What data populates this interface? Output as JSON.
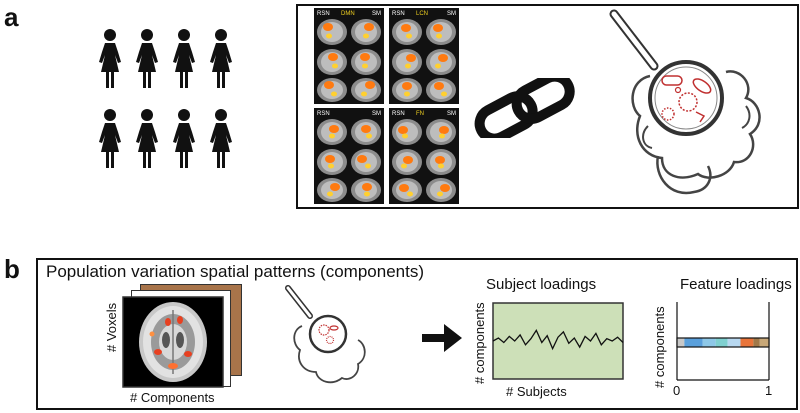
{
  "panel_a": {
    "letter": "a",
    "population": {
      "count": 8,
      "rows": 2,
      "cols": 4,
      "icon": "woman-silhouette-icon"
    },
    "mri_grid": {
      "panels": [
        {
          "left": "RSN",
          "mid": "DMN",
          "right": "SM"
        },
        {
          "left": "RSN",
          "mid": "LCN",
          "right": "SM"
        },
        {
          "left": "RSN",
          "mid": "",
          "right": "SM"
        },
        {
          "left": "RSN",
          "mid": "FN",
          "right": "SM"
        }
      ]
    },
    "link_icon": "chain-link-icon",
    "gut_icon": "intestine-magnifier-icon"
  },
  "panel_b": {
    "letter": "b",
    "title": "Population variation spatial patterns (components)",
    "brain_stack": {
      "ylabel": "# Voxels",
      "xlabel": "# Components",
      "back_color": "#a8744a"
    },
    "arrow_icon": "right-arrow-icon",
    "subject_loadings": {
      "title": "Subject loadings",
      "ylabel": "# components",
      "xlabel": "# Subjects",
      "fill": "#cde0b8",
      "signal": [
        0.5,
        0.46,
        0.52,
        0.44,
        0.5,
        0.42,
        0.55,
        0.47,
        0.36,
        0.52,
        0.43,
        0.6,
        0.45,
        0.38,
        0.53,
        0.46,
        0.58,
        0.44,
        0.5,
        0.4,
        0.55,
        0.47,
        0.5,
        0.45,
        0.52
      ]
    },
    "feature_loadings": {
      "title": "Feature loadings",
      "ylabel": "# components",
      "tick_min": "0",
      "tick_max": "1",
      "segments": [
        {
          "color": "#c8c8c8",
          "frac": 0.08
        },
        {
          "color": "#5aa0dc",
          "frac": 0.2
        },
        {
          "color": "#8ec8e8",
          "frac": 0.14
        },
        {
          "color": "#7fd0d0",
          "frac": 0.13
        },
        {
          "color": "#b8d8f0",
          "frac": 0.14
        },
        {
          "color": "#e8743a",
          "frac": 0.14
        },
        {
          "color": "#a07848",
          "frac": 0.07
        },
        {
          "color": "#c8a878",
          "frac": 0.1
        }
      ]
    }
  }
}
